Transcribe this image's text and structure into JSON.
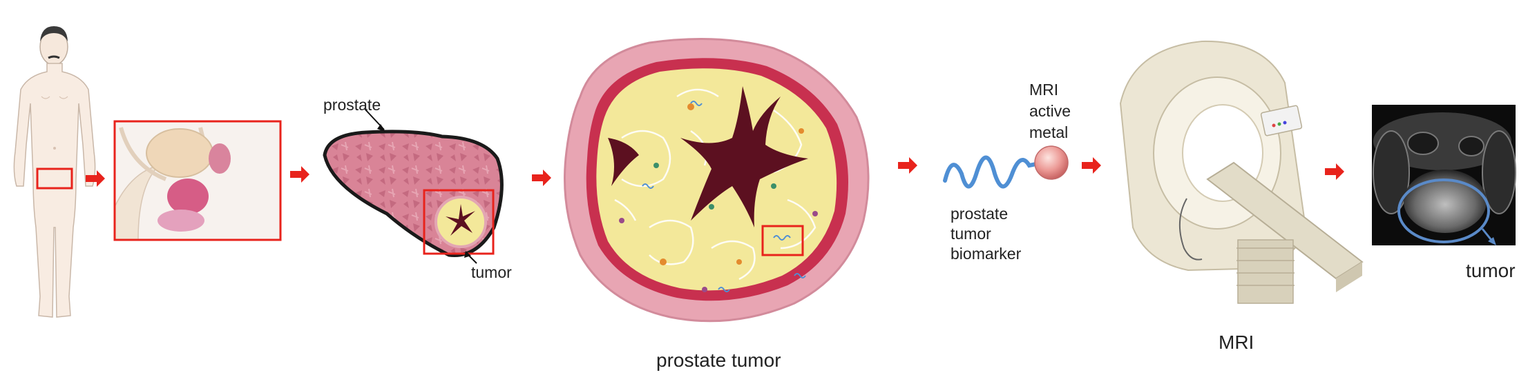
{
  "labels": {
    "prostate": "prostate",
    "tumor_small": "tumor",
    "prostate_tumor": "prostate tumor",
    "biomarker": [
      "prostate",
      "tumor",
      "biomarker"
    ],
    "metal": [
      "MRI",
      "active",
      "metal"
    ],
    "mri": "MRI",
    "tumor_scan": "tumor"
  },
  "colors": {
    "arrow": "#e8231c",
    "highlight_box": "#e8231c",
    "tissue_pink": "#d97a8c",
    "tumor_yellow": "#f3e89a",
    "necrosis": "#5c1020",
    "biomarker_blue": "#4f8fd4",
    "metal_sphere": "#e88e8e",
    "scanner_beige": "#ece6d4",
    "scan_outline": "#5a8ac8"
  },
  "icons": [
    "human-body-icon",
    "pelvis-anatomy-icon",
    "prostate-icon",
    "tumor-cross-section-icon",
    "biomarker-wave-icon",
    "metal-sphere-icon",
    "mri-scanner-icon",
    "mri-scan-image-icon",
    "arrow-right-icon"
  ]
}
